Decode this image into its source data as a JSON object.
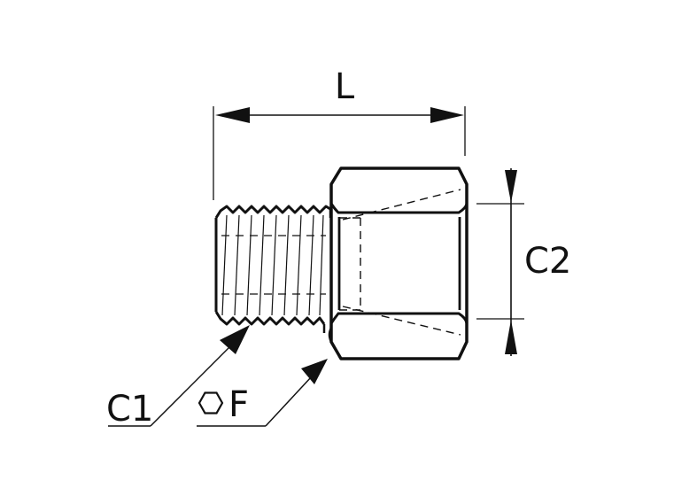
{
  "labels": {
    "length": "L",
    "thread_male": "C1",
    "thread_female": "C2",
    "wrench_flat": "F"
  },
  "icons": {
    "wrench_size": "hexagon-icon"
  },
  "colors": {
    "line": "#111111",
    "background": "#ffffff"
  }
}
